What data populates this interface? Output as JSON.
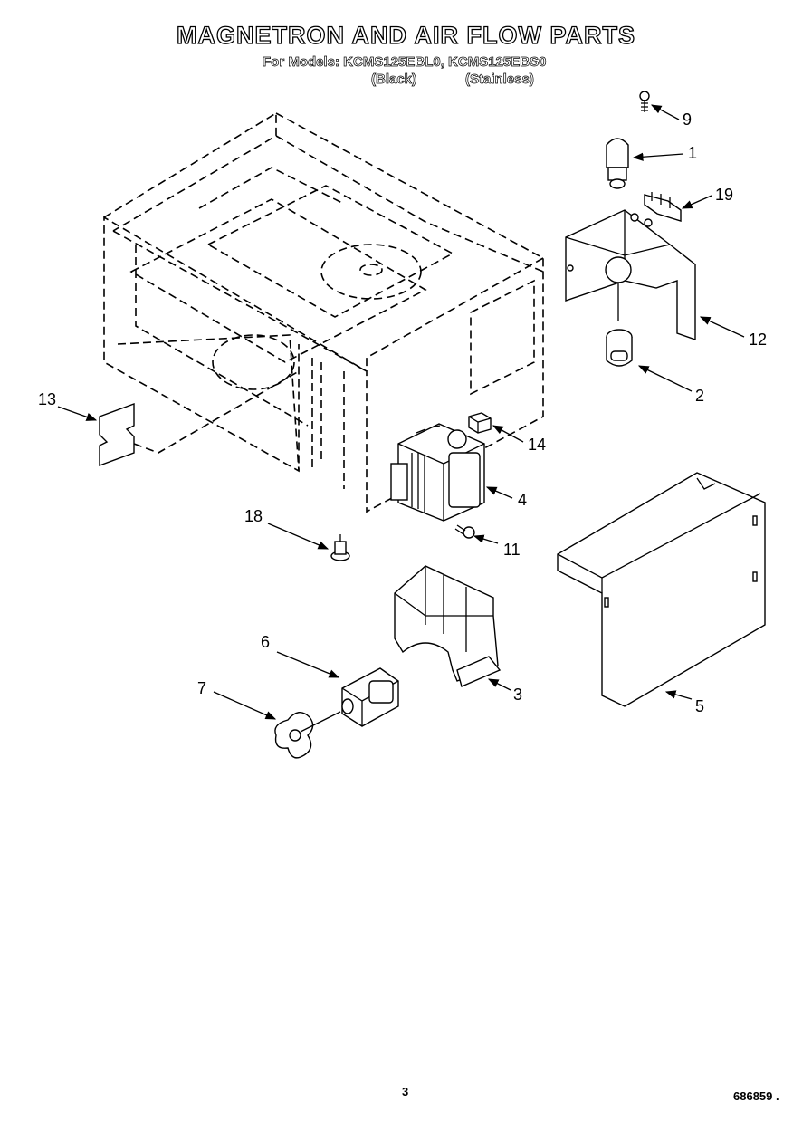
{
  "header": {
    "title": "MAGNETRON AND AIR FLOW PARTS",
    "models_line": "For Models: KCMS125EBL0, KCMS125EBS0",
    "variant_black": "(Black)",
    "variant_stainless": "(Stainless)"
  },
  "callouts": {
    "c1": "1",
    "c2": "2",
    "c3": "3",
    "c4": "4",
    "c5": "5",
    "c6": "6",
    "c7": "7",
    "c9": "9",
    "c11": "11",
    "c12": "12",
    "c13": "13",
    "c14": "14",
    "c18": "18",
    "c19": "19"
  },
  "footer": {
    "page_number": "3",
    "doc_number": "686859 ."
  }
}
